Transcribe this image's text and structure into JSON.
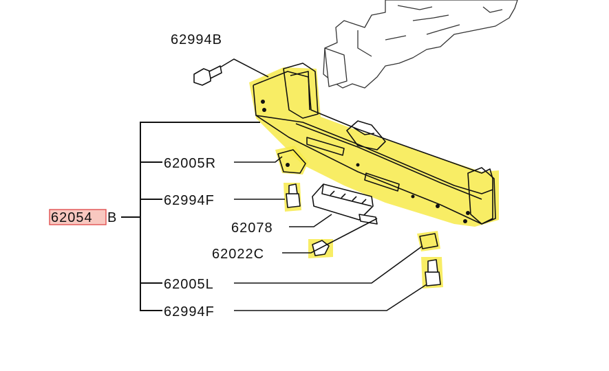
{
  "diagram": {
    "assembly_part_number": "62054",
    "assembly_suffix": "B",
    "part_labels": {
      "top_bolt": "62994B",
      "bracket_right": "62005R",
      "bolt_upper": "62994F",
      "absorber": "62078",
      "clip": "62022C",
      "bracket_left": "62005L",
      "bolt_lower": "62994F"
    },
    "colors": {
      "highlight": "#f5e66a",
      "assembly_box_border": "#e05050",
      "assembly_box_fill": "#f8c8c0"
    }
  }
}
